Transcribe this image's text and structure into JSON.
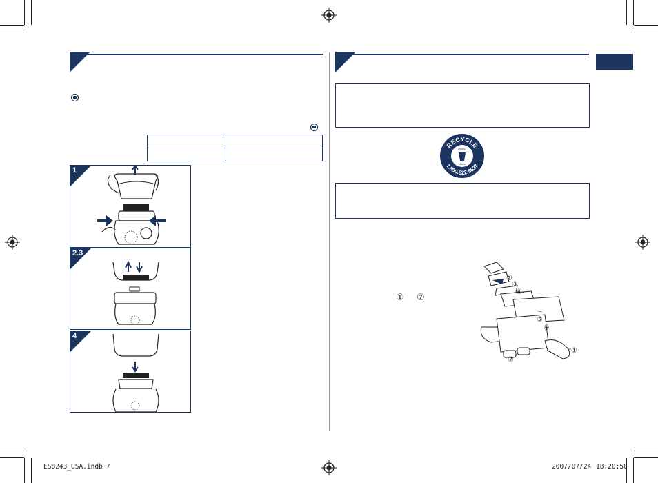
{
  "steps": [
    {
      "label": "1"
    },
    {
      "label": "2.3"
    },
    {
      "label": "4"
    }
  ],
  "recycle_seal": {
    "top_text": "RECYCLE",
    "middle_text": "RBRC",
    "chem_text": "Li-ion",
    "phone": "1.800.822.8837"
  },
  "parts_diagram": {
    "callouts": [
      "①",
      "②",
      "③",
      "④",
      "⑤",
      "⑥",
      "⑦"
    ],
    "range_start": "①",
    "range_end": "⑦"
  },
  "footer": {
    "file": "ES8243_USA.indb",
    "page": "7",
    "date": "2007/07/24",
    "time": "18:20:50"
  },
  "colors": {
    "navy": "#1b3560",
    "text": "#1b2f4f"
  }
}
